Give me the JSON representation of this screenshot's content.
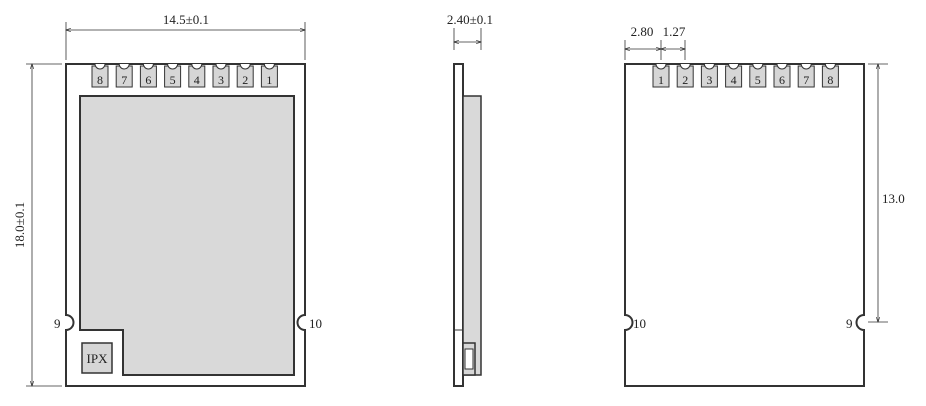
{
  "front_view": {
    "width_dimension": "14.5±0.1",
    "height_dimension": "18.0±0.1",
    "top_pins": [
      "8",
      "7",
      "6",
      "5",
      "4",
      "3",
      "2",
      "1"
    ],
    "left_pin": "9",
    "right_pin": "10",
    "connector_label": "IPX"
  },
  "side_view": {
    "thickness_dimension": "2.40±0.1"
  },
  "back_view": {
    "offset_dimension": "2.80",
    "pitch_dimension": "1.27",
    "height_dimension": "13.0",
    "top_pins": [
      "1",
      "2",
      "3",
      "4",
      "5",
      "6",
      "7",
      "8"
    ],
    "left_pin": "10",
    "right_pin": "9"
  },
  "colors": {
    "outline": "#333333",
    "shield_fill": "#d9d9d9",
    "pad_fill": "#d6d6d6"
  }
}
